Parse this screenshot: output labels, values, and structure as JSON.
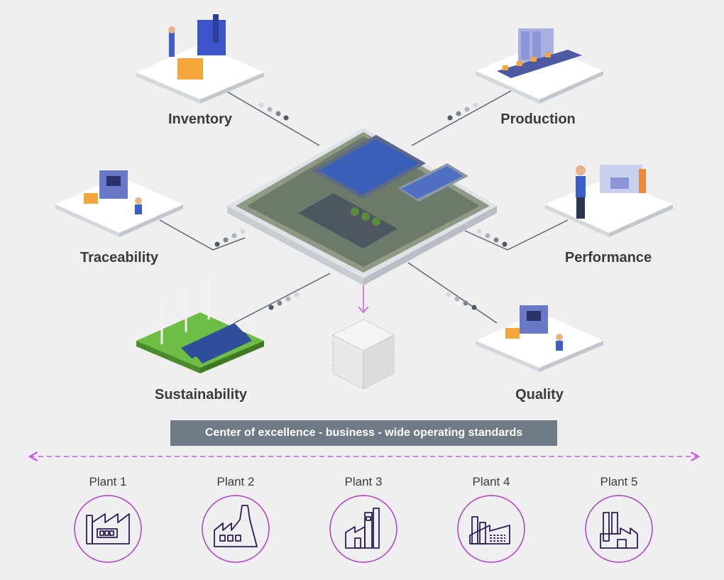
{
  "hub": {
    "name": "central-facility",
    "nodes": [
      {
        "id": "inventory",
        "label": "Inventory"
      },
      {
        "id": "production",
        "label": "Production"
      },
      {
        "id": "traceability",
        "label": "Traceability"
      },
      {
        "id": "performance",
        "label": "Performance"
      },
      {
        "id": "sustainability",
        "label": "Sustainability"
      },
      {
        "id": "quality",
        "label": "Quality"
      }
    ]
  },
  "banner": {
    "text": "Center of excellence - business - wide operating standards"
  },
  "plants": [
    {
      "label": "Plant 1",
      "icon": "factory-1-icon"
    },
    {
      "label": "Plant 2",
      "icon": "factory-2-icon"
    },
    {
      "label": "Plant 3",
      "icon": "factory-3-icon"
    },
    {
      "label": "Plant 4",
      "icon": "factory-4-icon"
    },
    {
      "label": "Plant 5",
      "icon": "factory-5-icon"
    }
  ],
  "colors": {
    "accent": "#b23ad6",
    "banner": "#6e7b87",
    "connector": "#5b6672",
    "background": "#efefef"
  }
}
